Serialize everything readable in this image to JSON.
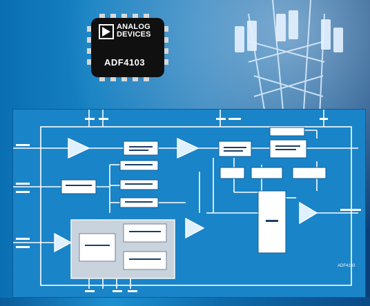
{
  "chip": {
    "brand_line1": "ANALOG",
    "brand_line2": "DEVICES",
    "part_number": "ADF4103",
    "logo_icon": "analog-devices-triangle-icon"
  },
  "diagram": {
    "figure_label": "ADF4103"
  },
  "colors": {
    "background": "#1581c2",
    "panel": "#1a84c8",
    "chip_body": "#101010",
    "lines": "#ffffff",
    "shaded_block": "#c9d3dd"
  }
}
